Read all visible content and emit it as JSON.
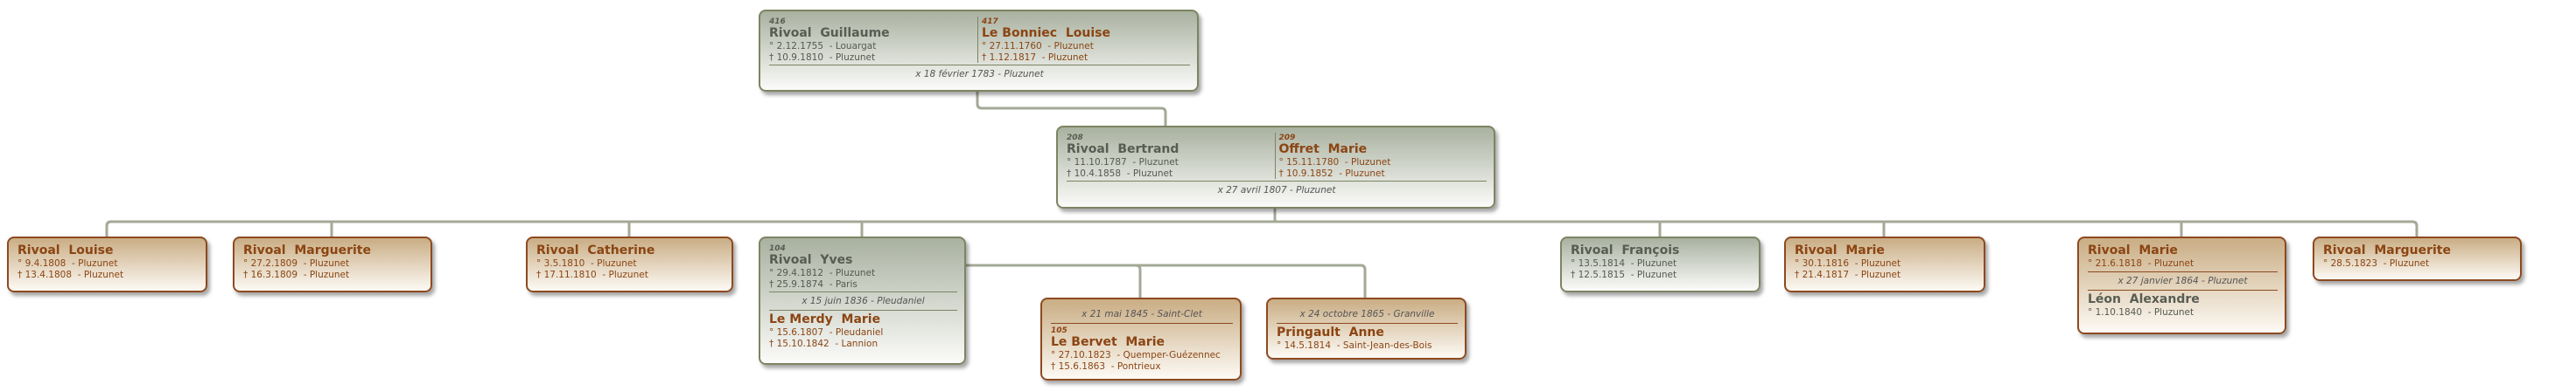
{
  "symbols": {
    "birth": "°",
    "death": "†"
  },
  "colors": {
    "male_box": "#a9b1a0",
    "female_box": "#c9ad84",
    "male_text": "#585c52",
    "female_text": "#8b4513",
    "connector": "#a3a996"
  },
  "boxes": [
    {
      "style": "grey",
      "kind": "couple",
      "marriage": "x 18 février 1783 - Pluzunet",
      "persons": [
        {
          "sex": "m",
          "num": "416",
          "name": "Rivoal  Guillaume",
          "birth": "2.12.1755  - Louargat",
          "death": "10.9.1810  - Pluzunet"
        },
        {
          "sex": "f",
          "num": "417",
          "name": "Le Bonniec  Louise",
          "birth": "27.11.1760  - Pluzunet",
          "death": "1.12.1817  - Pluzunet"
        }
      ]
    },
    {
      "style": "grey",
      "kind": "couple",
      "marriage": "x 27 avril 1807 - Pluzunet",
      "persons": [
        {
          "sex": "m",
          "num": "208",
          "name": "Rivoal  Bertrand",
          "birth": "11.10.1787  - Pluzunet",
          "death": "10.4.1858  - Pluzunet"
        },
        {
          "sex": "f",
          "num": "209",
          "name": "Offret  Marie",
          "birth": "15.11.1780  - Pluzunet",
          "death": "10.9.1852  - Pluzunet"
        }
      ]
    },
    {
      "style": "brown",
      "kind": "single",
      "persons": [
        {
          "sex": "f",
          "name": "Rivoal  Louise",
          "birth": "9.4.1808  - Pluzunet",
          "death": "13.4.1808  - Pluzunet"
        }
      ]
    },
    {
      "style": "brown",
      "kind": "single",
      "persons": [
        {
          "sex": "f",
          "name": "Rivoal  Marguerite",
          "birth": "27.2.1809  - Pluzunet",
          "death": "16.3.1809  - Pluzunet"
        }
      ]
    },
    {
      "style": "brown",
      "kind": "single",
      "persons": [
        {
          "sex": "f",
          "name": "Rivoal  Catherine",
          "birth": "3.5.1810  - Pluzunet",
          "death": "17.11.1810  - Pluzunet"
        }
      ]
    },
    {
      "style": "grey",
      "kind": "stacked",
      "marriage": "x 15 juin 1836 - Pleudaniel",
      "persons": [
        {
          "sex": "m",
          "num": "104",
          "name": "Rivoal  Yves",
          "birth": "29.4.1812  - Pluzunet",
          "death": "25.9.1874  - Paris"
        },
        {
          "sex": "f",
          "name": "Le Merdy  Marie",
          "birth": "15.6.1807  - Pleudaniel",
          "death": "15.10.1842  - Lannion"
        }
      ]
    },
    {
      "style": "brown",
      "kind": "marriage-first",
      "marriage": "x 21 mai 1845 - Saint-Clet",
      "persons": [
        {
          "sex": "f",
          "num": "105",
          "name": "Le Bervet  Marie",
          "birth": "27.10.1823  - Quemper-Guézennec",
          "death": "15.6.1863  - Pontrieux"
        }
      ]
    },
    {
      "style": "brown",
      "kind": "marriage-first",
      "marriage": "x 24 octobre 1865 - Granville",
      "persons": [
        {
          "sex": "f",
          "name": "Pringault  Anne",
          "birth": "14.5.1814  - Saint-Jean-des-Bois"
        }
      ]
    },
    {
      "style": "grey",
      "kind": "single",
      "persons": [
        {
          "sex": "m",
          "name": "Rivoal  François",
          "birth": "13.5.1814  - Pluzunet",
          "death": "12.5.1815  - Pluzunet"
        }
      ]
    },
    {
      "style": "brown",
      "kind": "single",
      "persons": [
        {
          "sex": "f",
          "name": "Rivoal  Marie",
          "birth": "30.1.1816  - Pluzunet",
          "death": "21.4.1817  - Pluzunet"
        }
      ]
    },
    {
      "style": "brown",
      "kind": "stacked",
      "marriage": "x 27 janvier 1864 - Pluzunet",
      "persons": [
        {
          "sex": "f",
          "name": "Rivoal  Marie",
          "birth": "21.6.1818  - Pluzunet"
        },
        {
          "sex": "m",
          "name": "Léon  Alexandre",
          "birth": "1.10.1840  - Pluzunet"
        }
      ]
    },
    {
      "style": "brown",
      "kind": "single",
      "persons": [
        {
          "sex": "f",
          "name": "Rivoal  Marguerite",
          "birth": "28.5.1823  - Pluzunet"
        }
      ]
    }
  ]
}
